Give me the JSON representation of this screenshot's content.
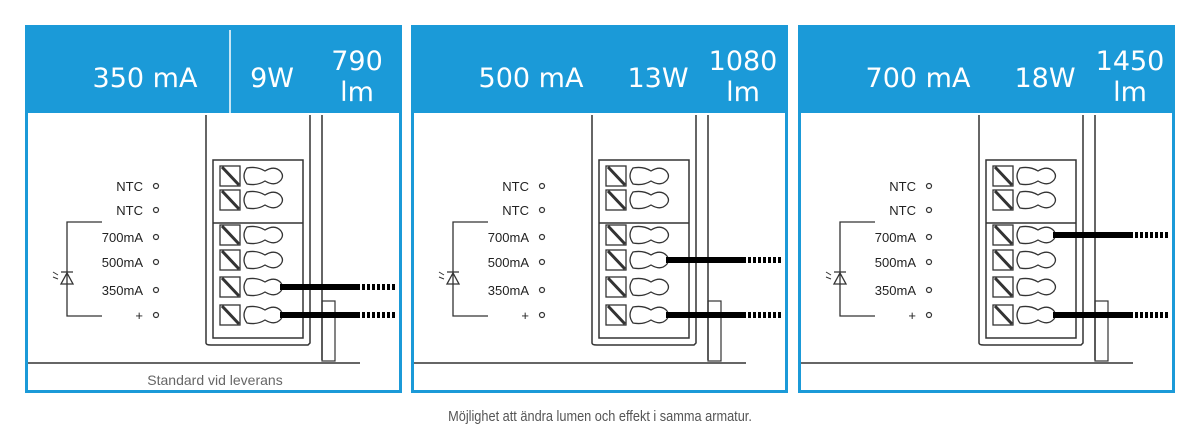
{
  "panels": [
    {
      "current": "350 mA",
      "power": "9W",
      "lumen_value": "790",
      "lumen_unit": "lm",
      "header_divider": true,
      "wired_terminals": [
        4,
        5
      ],
      "footer": "Standard vid leverans"
    },
    {
      "current": "500 mA",
      "power": "13W",
      "lumen_value": "1080",
      "lumen_unit": "lm",
      "header_divider": false,
      "wired_terminals": [
        3,
        5
      ]
    },
    {
      "current": "700 mA",
      "power": "18W",
      "lumen_value": "1450",
      "lumen_unit": "lm",
      "header_divider": false,
      "wired_terminals": [
        2,
        5
      ]
    }
  ],
  "terminal_labels": [
    "NTC",
    "NTC",
    "700mA",
    "500mA",
    "350mA",
    "+"
  ],
  "caption": "Möjlighet att ändra lumen och effekt i samma armatur.",
  "colors": {
    "header_blue": "#1b9ad8",
    "line": "#333333",
    "wire": "#000000"
  }
}
